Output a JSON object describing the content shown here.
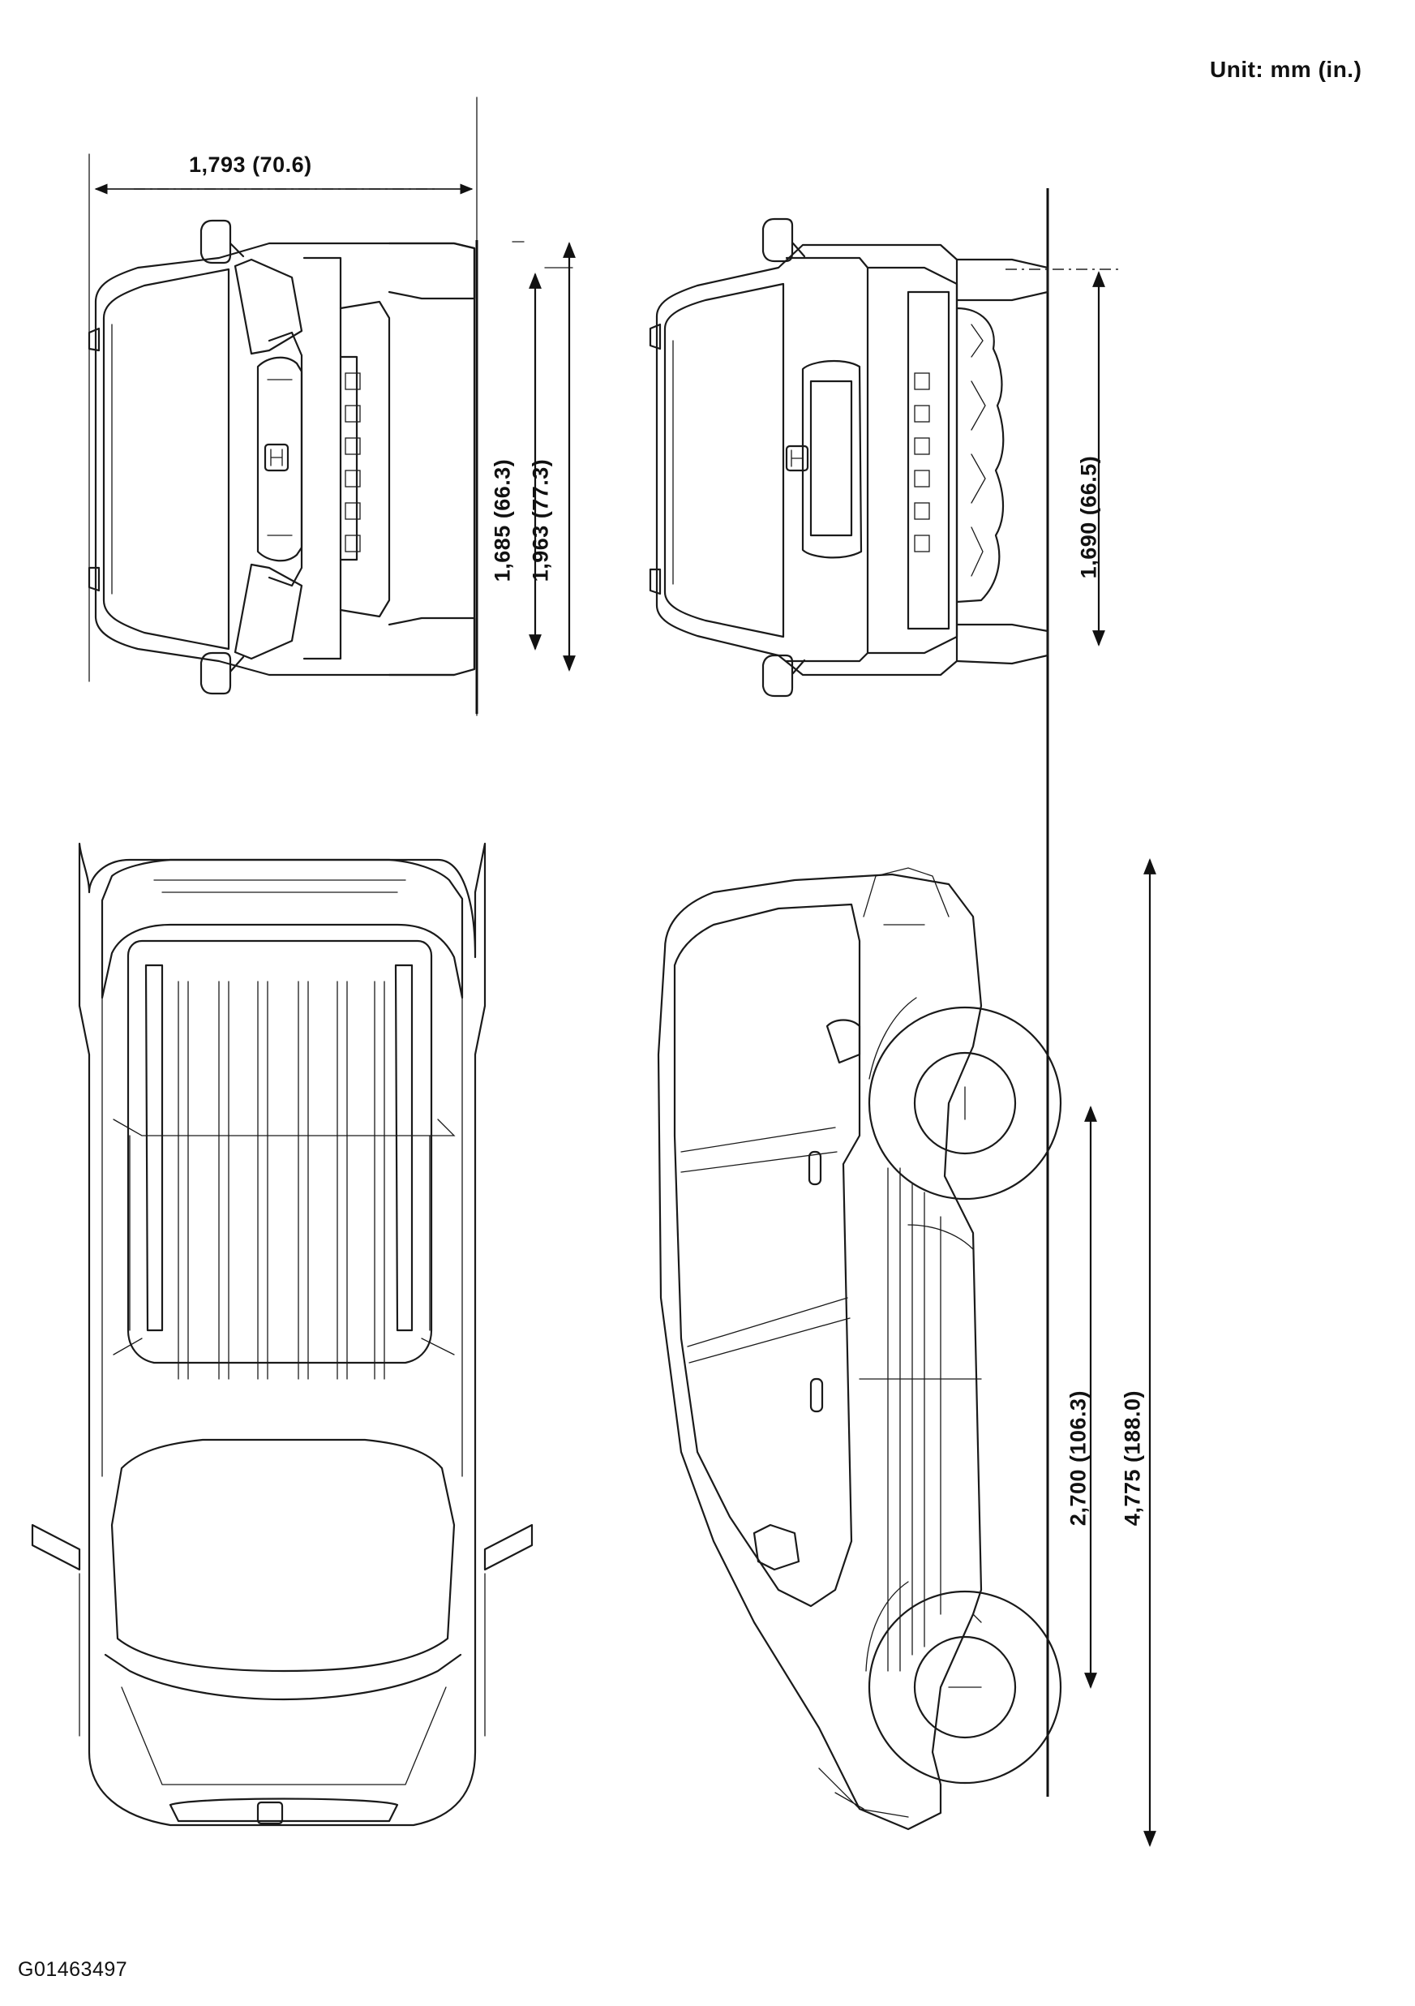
{
  "unit_label": "Unit: mm (in.)",
  "figure_id": "G01463497",
  "dimensions": {
    "overall_width": "1,793 (70.6)",
    "height_front_a": "1,685 (66.3)",
    "height_front_b": "1,963 (77.3)",
    "height_rear": "1,690 (66.5)",
    "wheelbase": "2,700 (106.3)",
    "overall_length": "4,775 (188.0)"
  },
  "views": [
    "front-view",
    "rear-view",
    "top-view",
    "side-view"
  ],
  "colors": {
    "line": "#1a1a1a",
    "background": "#ffffff"
  }
}
